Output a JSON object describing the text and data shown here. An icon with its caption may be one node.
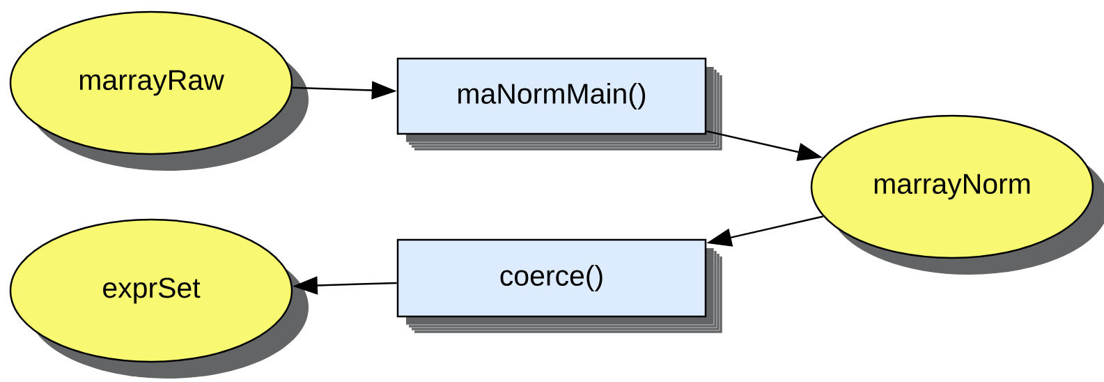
{
  "diagram": {
    "nodes": [
      {
        "text": [
          "marrayRaw"
        ]
      },
      {
        "text": [
          "maNormMain()"
        ]
      },
      {
        "text": [
          "marrayNorm"
        ]
      },
      {
        "text": [
          "coerce()"
        ]
      },
      {
        "text": [
          "exprSet"
        ]
      }
    ],
    "edges": [
      {
        "from": 0,
        "to": 1,
        "arrow": "to"
      },
      {
        "from": 1,
        "to": 2,
        "arrow": "to"
      },
      {
        "from": 2,
        "to": 3,
        "arrow": "to"
      },
      {
        "from": 3,
        "to": 4,
        "arrow": "to"
      }
    ]
  }
}
